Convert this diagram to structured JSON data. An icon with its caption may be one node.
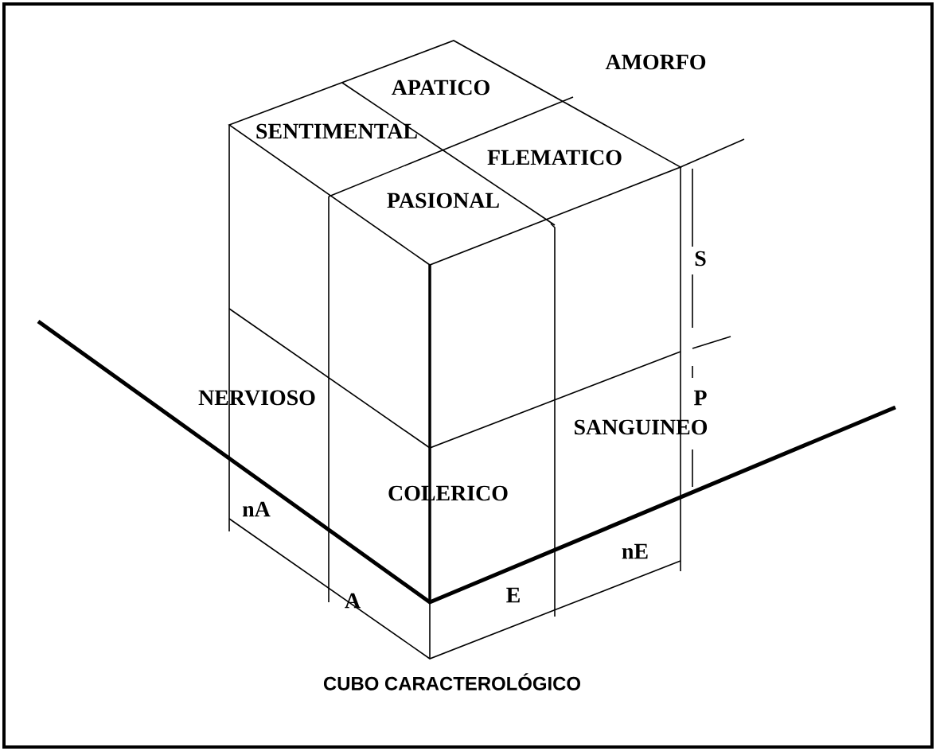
{
  "diagram": {
    "caption": "CUBO CARACTEROLÓGICO",
    "labels": [
      "AMORFO",
      "APATICO",
      "SENTIMENTAL",
      "FLEMATICO",
      "PASIONAL",
      "S",
      "NERVIOSO",
      "P",
      "SANGUINEO",
      "COLERICO",
      "nA",
      "nE",
      "A",
      "E"
    ]
  }
}
